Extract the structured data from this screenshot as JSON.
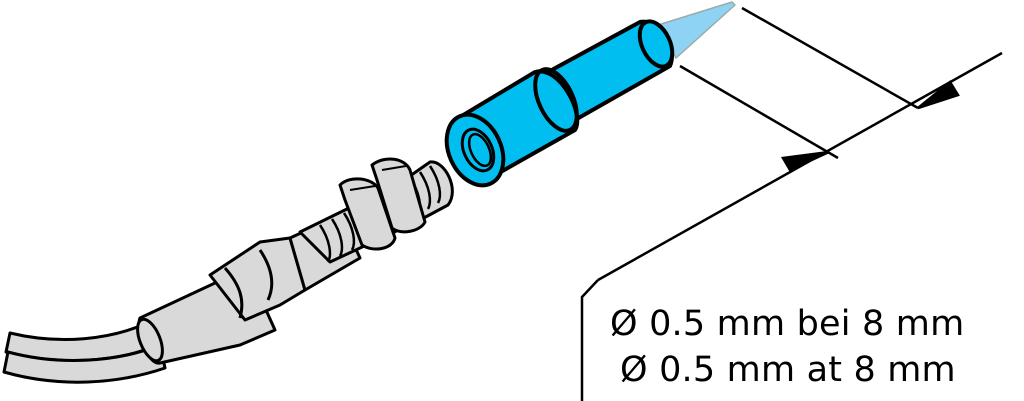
{
  "figure": {
    "type": "technical-illustration",
    "subject": "inductive/optical sensor with cable and screw-on focusing lens attachment",
    "colors": {
      "lens_body": "#00bff0",
      "light_cone": "#8fd3f4",
      "sensor_metal": "#d9d9d9",
      "outline": "#000000",
      "background": "#ffffff"
    },
    "annotation": {
      "line_de": "Ø 0.5 mm bei 8 mm",
      "line_en": "Ø 0.5 mm at 8 mm"
    },
    "dimension_callout": {
      "spot_diameter": "Ø 0.5 mm",
      "distance": "8 mm"
    }
  }
}
